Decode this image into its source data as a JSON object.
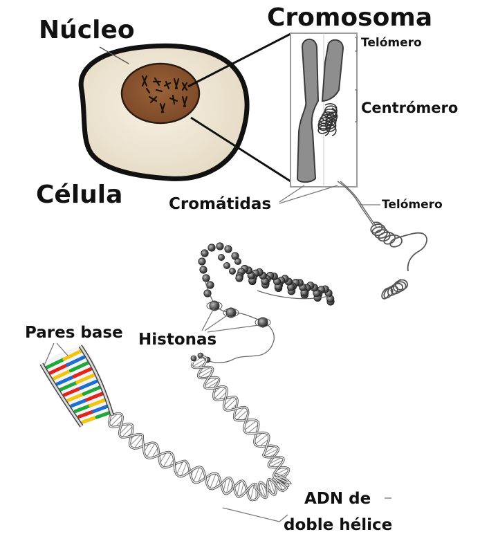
{
  "labels": {
    "nucleus": "Núcleo",
    "cell": "Célula",
    "chromosome": "Cromosoma",
    "telomere_top": "Telómero",
    "centromere": "Centrómero",
    "chromatids": "Cromátidas",
    "telomere_mid": "Telómero",
    "histones": "Histonas",
    "base_pairs": "Pares base",
    "dna_line1": "ADN de",
    "dna_line2": "doble hélice"
  },
  "colors": {
    "cell_fill": "#efe7d6",
    "nucleus_fill": "#8b5632",
    "chromosome_fill": "#8e8e8e",
    "base_green": "#1fa83a",
    "base_red": "#e2231a",
    "base_yellow": "#f1c40f",
    "base_blue": "#1c6fd0"
  }
}
